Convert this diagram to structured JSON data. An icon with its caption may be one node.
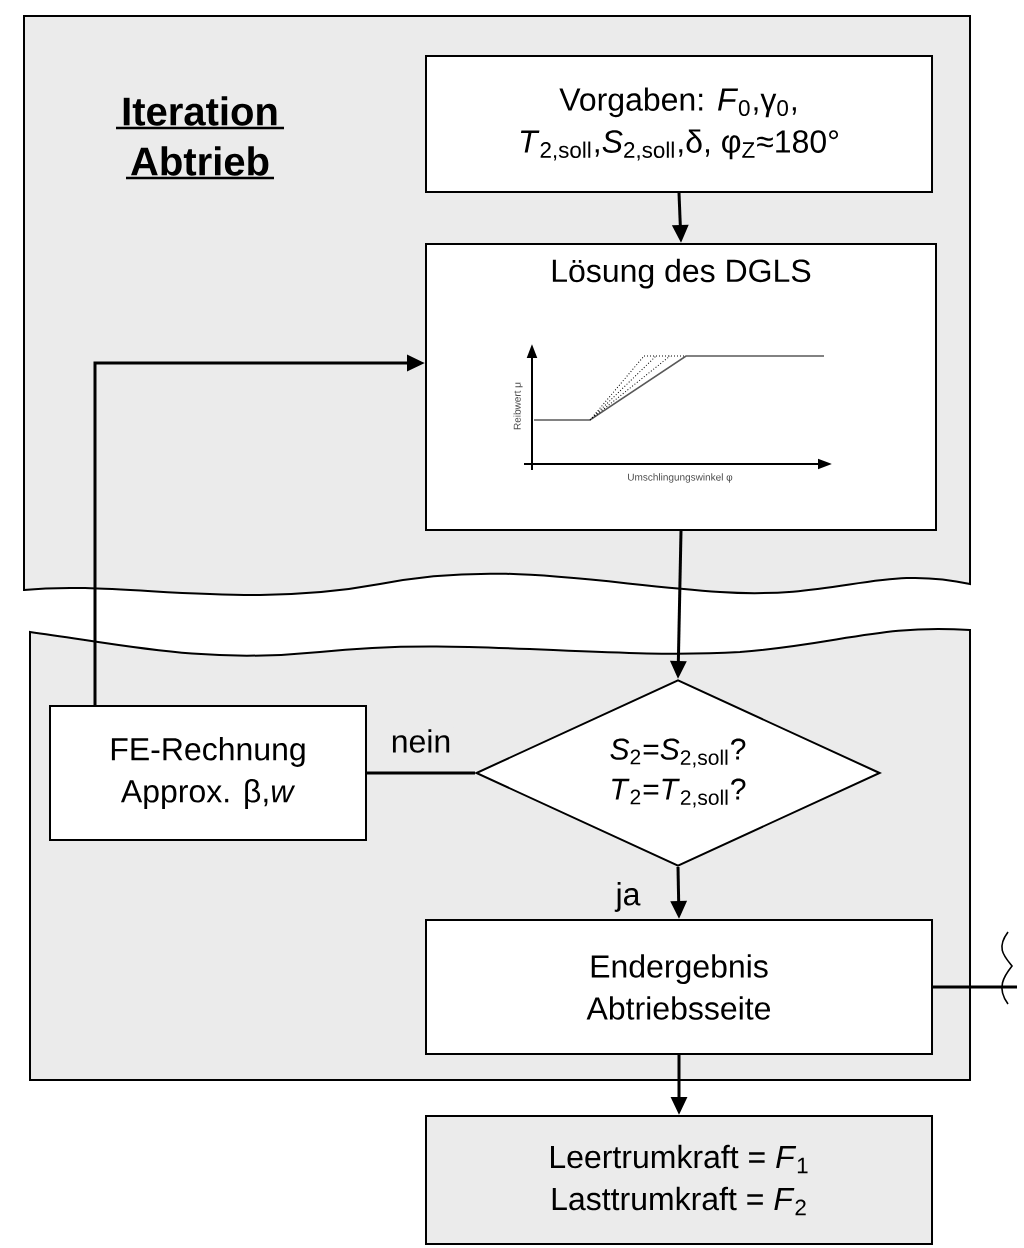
{
  "diagram": {
    "nodes": [
      {
        "text": [
          "Iteration Abtrieb"
        ]
      },
      {
        "text": [
          "Vorgaben: *F*$_{0}$,γ$_{0}$,",
          "*T*$_{2,soll}$,*S*$_{2,soll}$,δ, φ$_{Z}$≈180°"
        ],
        "in": 0
      },
      {
        "text": [
          "Lösung des DGLS"
        ],
        "in": 0
      },
      {
        "text": [],
        "shape": "box"
      },
      {
        "text": [
          "*S*$_{2}$=*S*$_{2,soll}$?",
          "*T*$_{2}$=*T*$_{2,soll}$?"
        ],
        "in": 3
      },
      {
        "text": [
          "FE-Rechnung",
          "Approx. β,*w*"
        ],
        "in": 3
      },
      {
        "text": [
          "Endergebnis",
          "Abtriebsseite"
        ],
        "in": 3
      },
      {
        "text": [
          "Leertrumkraft = *F*$_{1}$",
          "Lasttrumkraft = *F*$_{2}$"
        ]
      }
    ],
    "edges": [
      {
        "from": 1,
        "to": 2,
        "arrow": "to"
      },
      {
        "from": 2,
        "to": 4,
        "arrow": "to"
      },
      {
        "from": 4,
        "to": 5,
        "arrow": "none",
        "label": "nein"
      },
      {
        "from": 5,
        "to": 2,
        "arrow": "to"
      },
      {
        "from": 4,
        "to": 6,
        "arrow": "to",
        "label": "ja"
      },
      {
        "from": 6,
        "to": 7,
        "arrow": "to"
      },
      {
        "from": 6,
        "to": null,
        "arrow": "none"
      }
    ],
    "labels": [
      "Reibwert μ",
      "Umschlingungswinkel φ"
    ]
  }
}
